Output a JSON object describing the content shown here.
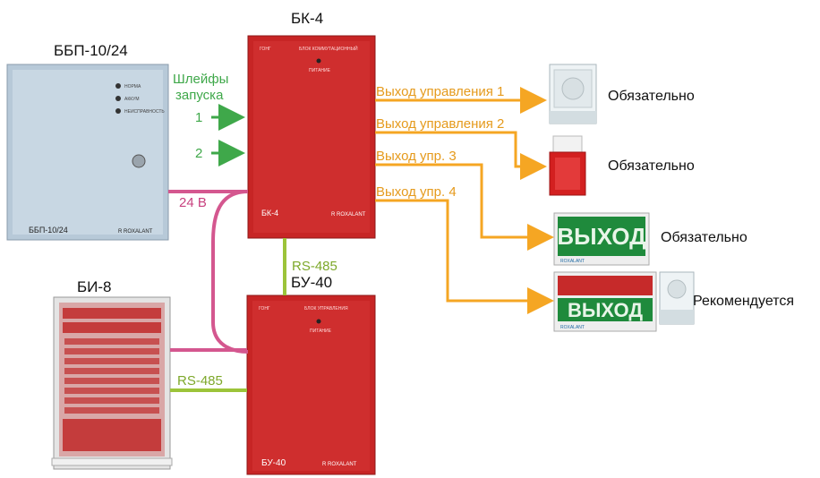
{
  "devices": {
    "bbp": {
      "title": "ББП-10/24",
      "caption": "ББП-10/24",
      "leds": [
        "НОРМА",
        "АККУМ",
        "НЕИСПРАВНОСТЬ"
      ],
      "brand": "R ROXALANT"
    },
    "bk4": {
      "title": "БК-4",
      "caption": "БК-4",
      "top_left": "ГОНГ",
      "top_center": "БЛОК КОММУТАЦИОННЫЙ",
      "led_label": "ПИТАНИЕ",
      "brand": "R ROXALANT"
    },
    "bu40": {
      "title": "БУ-40",
      "caption": "БУ-40",
      "top_left": "ГОНГ",
      "top_center": "БЛОК УПРАВЛЕНИЯ",
      "led_label": "ПИТАНИЕ",
      "brand": "R ROXALANT"
    },
    "bi8": {
      "title": "БИ-8"
    }
  },
  "inputs": {
    "title_line1": "Шлейфы",
    "title_line2": "запуска",
    "loop1": "1",
    "loop2": "2"
  },
  "connections": {
    "power": "24 В",
    "rs485_top": "RS-485",
    "rs485_left": "RS-485"
  },
  "outputs": [
    {
      "label": "Выход управления 1",
      "note": "Обязательно"
    },
    {
      "label": "Выход управления 2",
      "note": "Обязательно"
    },
    {
      "label": "Выход упр. 3",
      "note": "Обязательно"
    },
    {
      "label": "Выход упр. 4",
      "note": "Рекомендуется"
    }
  ],
  "signs": {
    "exit_text": "ВЫХОД",
    "exit_brand": "ROXALANT"
  },
  "colors": {
    "device_red": "#c72525",
    "output_orange": "#f5a623",
    "input_green": "#3fa84a",
    "power_pink": "#d4578f",
    "rs485_green": "#9cc43a",
    "exit_green": "#1f8a3c"
  }
}
